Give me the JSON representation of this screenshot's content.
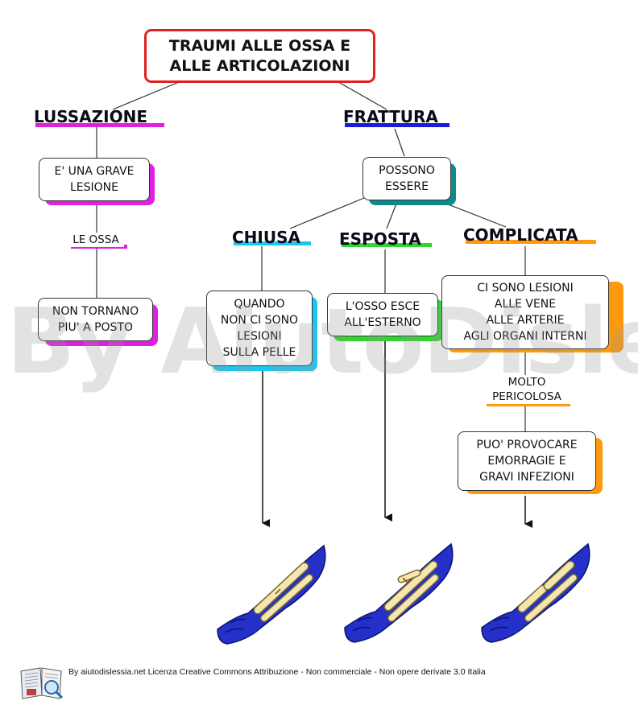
{
  "title": "TRAUMI ALLE OSSA E\nALLE ARTICOLAZIONI",
  "colors": {
    "title_border": "#e02020",
    "lussazione": "#e020e0",
    "frattura": "#1b1bd8",
    "chiusa": "#19c8f0",
    "esposta": "#2ed62e",
    "complicata": "#ff9a10",
    "possono": "#0f8a8a",
    "arm_blue": "#2430c8",
    "bone": "#f5e6b0"
  },
  "lussazione": {
    "header": "LUSSAZIONE",
    "box1": "E' UNA GRAVE\nLESIONE",
    "link": "LE OSSA",
    "box2": "NON TORNANO\nPIU' A POSTO"
  },
  "frattura": {
    "header": "FRATTURA",
    "box": "POSSONO\nESSERE"
  },
  "chiusa": {
    "header": "CHIUSA",
    "box": "QUANDO\nNON CI SONO\nLESIONI\nSULLA PELLE"
  },
  "esposta": {
    "header": "ESPOSTA",
    "box": "L'OSSO ESCE\nALL'ESTERNO"
  },
  "complicata": {
    "header": "COMPLICATA",
    "box1": "CI SONO LESIONI\nALLE VENE\nALLE ARTERIE\nAGLI ORGANI INTERNI",
    "link": "MOLTO\nPERICOLOSA",
    "box2": "PUO' PROVOCARE\nEMORRAGIE E\nGRAVI INFEZIONI"
  },
  "watermark": "By AiutoDislessia.net",
  "footer": "By aiutodislessia.net Licenza Creative Commons Attribuzione - Non commerciale - Non opere derivate 3.0 Italia"
}
